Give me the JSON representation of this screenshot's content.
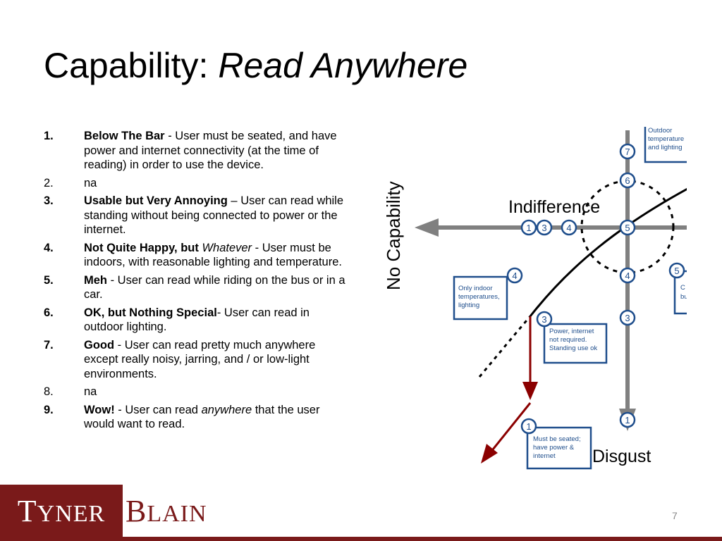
{
  "title": {
    "main": "Capability: ",
    "italic": "Read Anywhere"
  },
  "items": [
    {
      "num": "1.",
      "bold_num": true,
      "bold": "Below The Bar",
      "rest": " - User must be seated, and have power and internet connectivity (at the time of reading) in order to use the device."
    },
    {
      "num": "2.",
      "bold_num": false,
      "plain": "na"
    },
    {
      "num": "3.",
      "bold_num": true,
      "bold": "Usable but Very Annoying",
      "rest": " – User can read while standing without being connected to power or the internet."
    },
    {
      "num": "4.",
      "bold_num": true,
      "bold": "Not Quite Happy, but ",
      "italic": "Whatever",
      "rest": " - User must be indoors, with reasonable lighting and temperature."
    },
    {
      "num": "5.",
      "bold_num": true,
      "bold": "Meh",
      "rest": " - User can read while riding on the bus or in a car."
    },
    {
      "num": "6.",
      "bold_num": true,
      "bold": "OK, but Nothing Special",
      "rest": "- User can read in outdoor lighting."
    },
    {
      "num": "7.",
      "bold_num": true,
      "bold": "Good",
      "rest": " - User can read pretty much anywhere except really noisy, jarring, and / or low-light environments."
    },
    {
      "num": "8.",
      "bold_num": false,
      "plain": "na"
    },
    {
      "num": "9.",
      "bold_num": true,
      "bold": "Wow!",
      "rest": " - User can read ",
      "italic2": "anywhere",
      "rest2": " that the user would want to read."
    }
  ],
  "diagram": {
    "label_no_capability": "No Capability",
    "label_indifference": "Indifference",
    "label_disgust": "Disgust",
    "circle_horizontal": [
      "1",
      "3",
      "4",
      "5"
    ],
    "circle_vertical": [
      "7",
      "6",
      "4",
      "3",
      "1"
    ],
    "circle_5_right": "5",
    "circle_callout_4": "4",
    "circle_callout_3": "3",
    "circle_callout_1": "1",
    "box_top": [
      "Outdoor",
      "temperature",
      "and lighting"
    ],
    "box_indoor": [
      "Only indoor",
      "temperatures,",
      "lighting"
    ],
    "box_power": [
      "Power, internet",
      "not required.",
      "Standing use ok"
    ],
    "box_seated": [
      "Must be seated;",
      "have power &",
      "internet"
    ],
    "box_right_partial": [
      "C",
      "bu"
    ]
  },
  "logo": {
    "left_cap": "T",
    "left_rest": "YNER",
    "right_cap": "B",
    "right_rest": "LAIN"
  },
  "page_number": "7",
  "colors": {
    "accent": "#7a1a1a",
    "node_blue": "#1f4e8c",
    "axis_gray": "#808080",
    "arrow_red": "#8b0000"
  }
}
